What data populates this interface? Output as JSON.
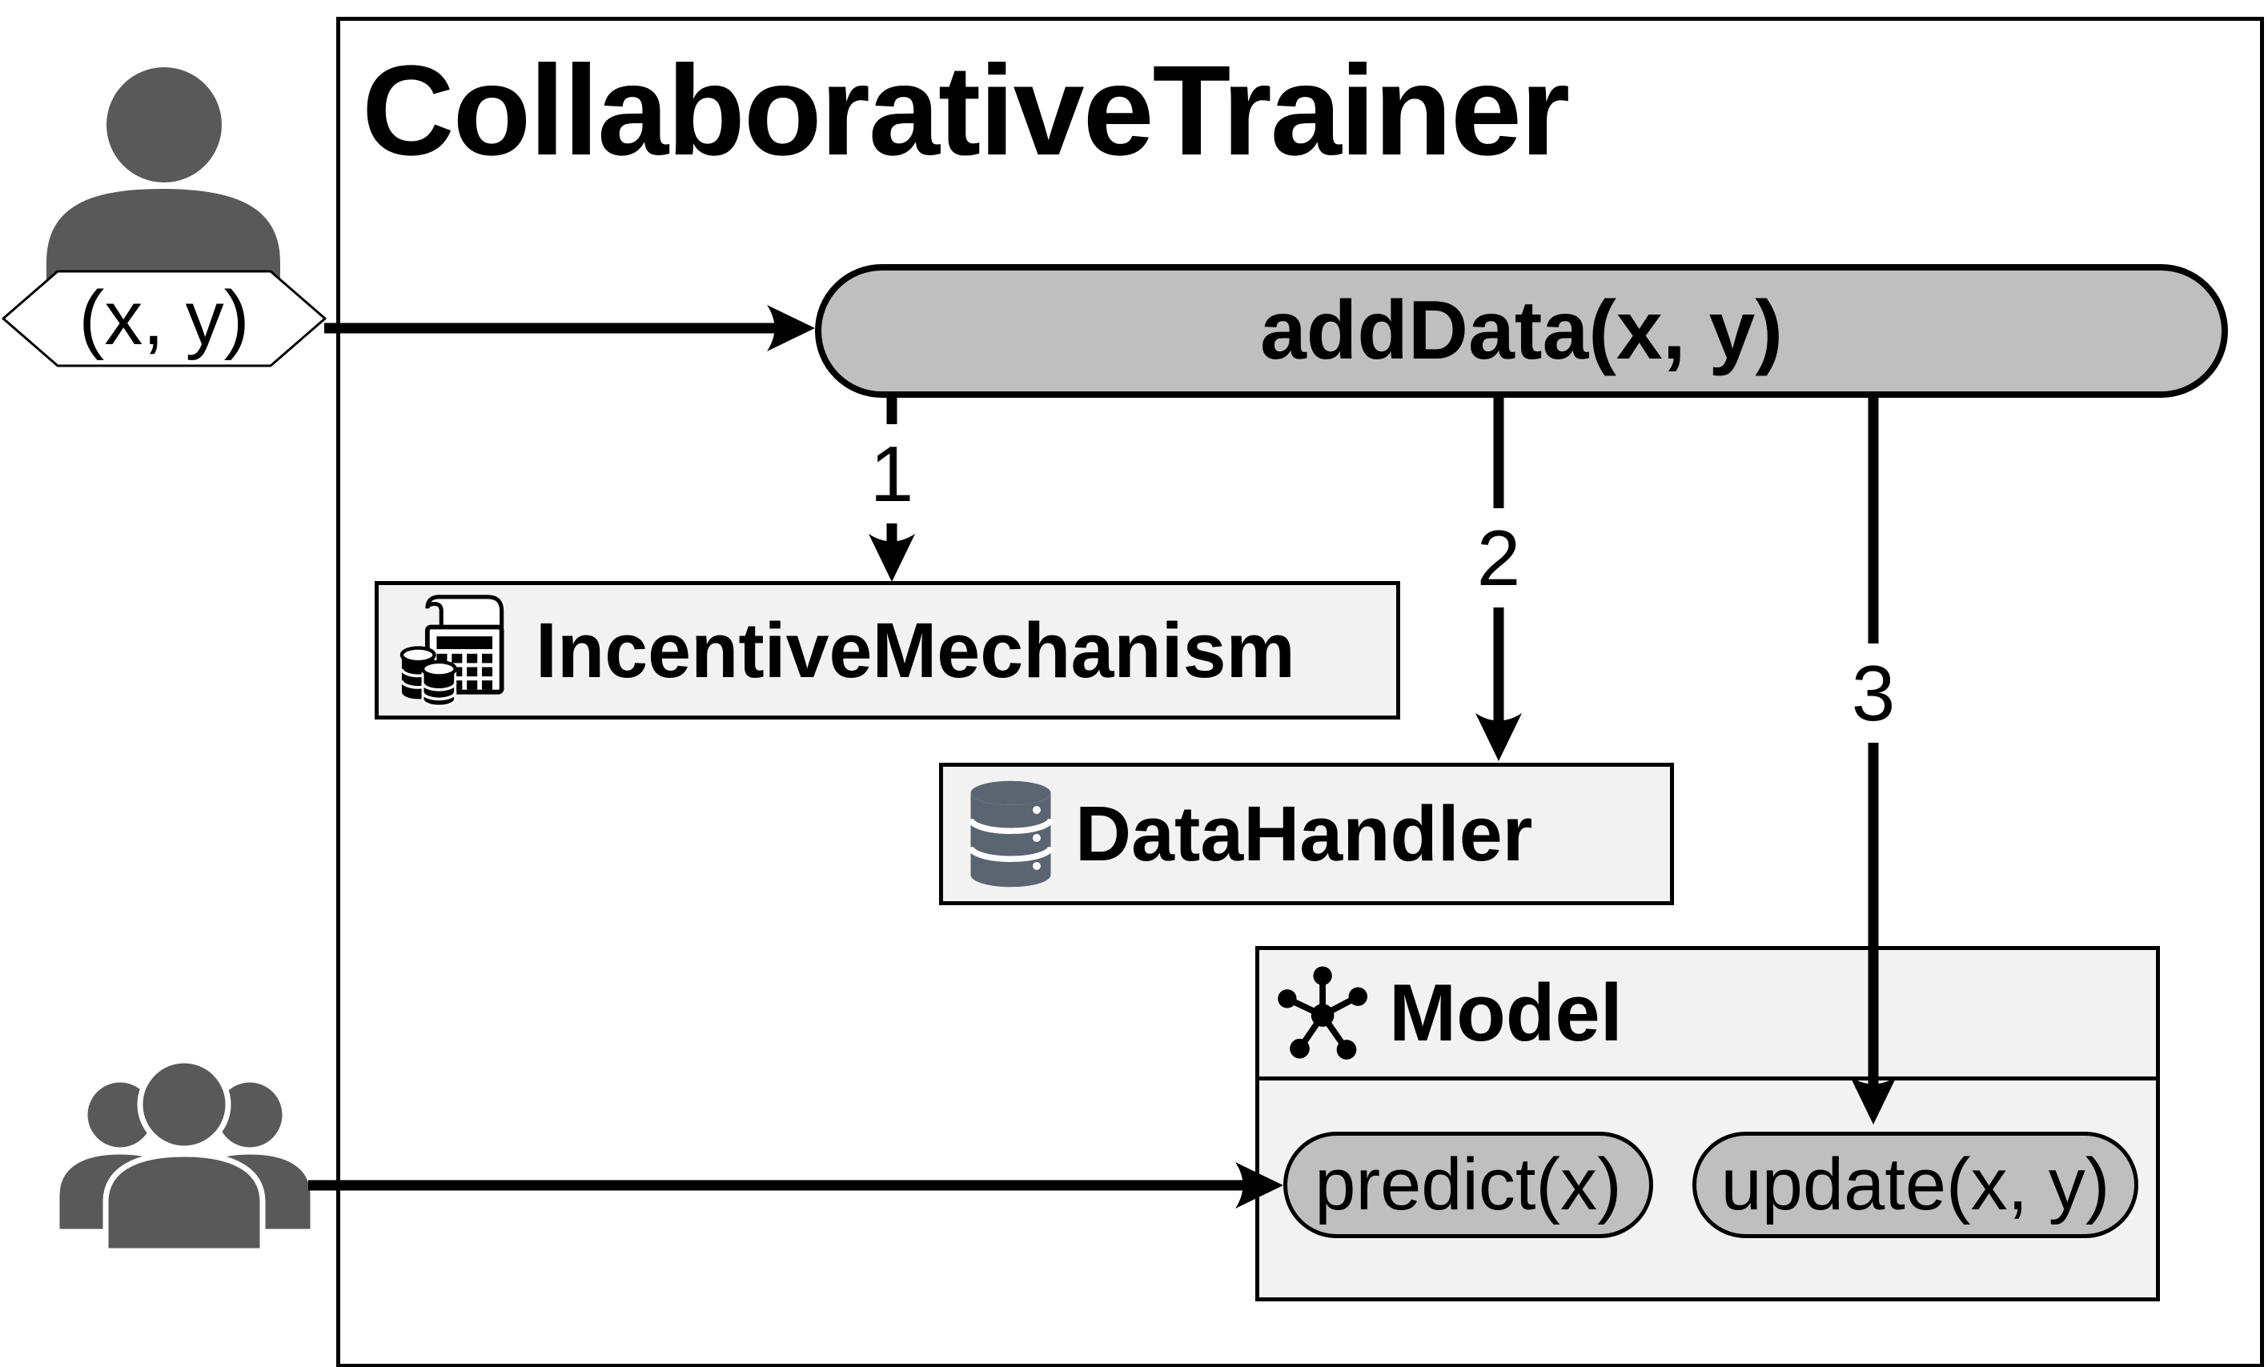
{
  "diagram": {
    "title": "CollaborativeTrainer",
    "input_badge": "(x, y)",
    "add_data_label": "addData(x, y)",
    "step1": "1",
    "step2": "2",
    "step3": "3",
    "incentive_label": "IncentiveMechanism",
    "data_handler_label": "DataHandler",
    "model_label": "Model",
    "predict_label": "predict(x)",
    "update_label": "update(x, y)",
    "icons": {
      "actor": "single-user-icon",
      "crowd": "user-group-icon",
      "incentive": "cash-register-coins-icon",
      "data_handler": "database-icon",
      "model": "hub-network-icon"
    },
    "colors": {
      "background": "#ffffff",
      "outline": "#000000",
      "pill_fill": "#bfbfbf",
      "box_fill": "#f2f2f2",
      "figure_gray": "#595959",
      "database_icon": "#5b6571"
    }
  }
}
